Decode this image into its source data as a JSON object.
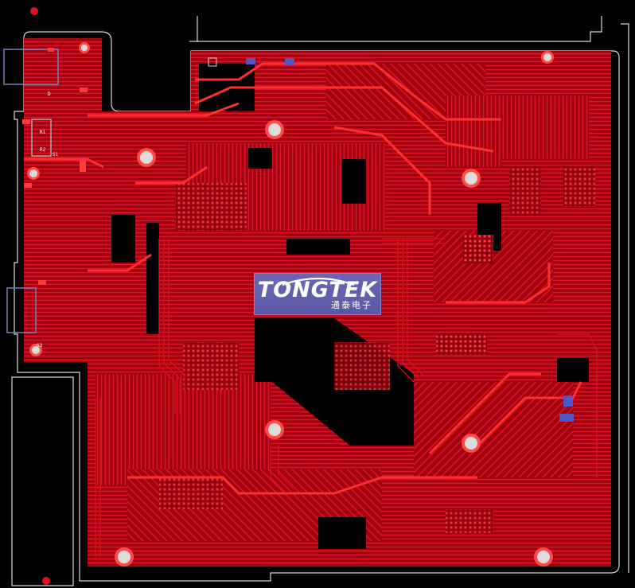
{
  "logo": {
    "brand": "TONGTEK",
    "brand_cn": "通泰电子",
    "colors": {
      "background": "#5f5caa",
      "text": "#ffffff"
    }
  },
  "board": {
    "colors": {
      "background": "#000000",
      "copper": "#c4000f",
      "trace": "#e01020",
      "outline": "#d8d8d8",
      "hole": "#dcdcdc",
      "pad": "#ff3a3a",
      "connector": "#7a7fb8"
    },
    "silkscreen_labels": [
      "R",
      "R",
      "R1",
      "R2",
      "D",
      "S1",
      "S3"
    ]
  }
}
